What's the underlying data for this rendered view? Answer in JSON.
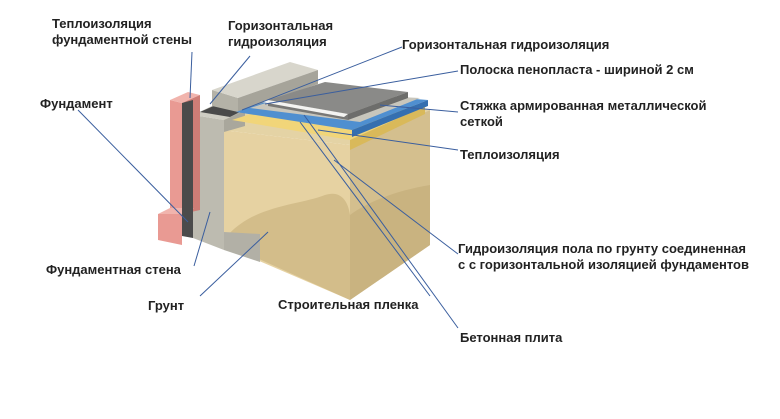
{
  "labels": {
    "wall_insulation": [
      "Теплоизоляция",
      "фундаментной стены"
    ],
    "horizontal_waterproofing_a": [
      "Горизонтальная",
      "гидроизоляция"
    ],
    "horizontal_waterproofing_b": "Горизонтальная гидроизоляция",
    "foam_strip": "Полоска пенопласта - шириной 2 см",
    "screed": [
      "Стяжка армированная металлической",
      "сеткой"
    ],
    "insulation": "Теплоизоляция",
    "foundation": "Фундамент",
    "floor_waterproofing": [
      "Гидроизоляция пола по грунту соединенная",
      "с с горизонтальной изоляцией фундаментов"
    ],
    "foundation_wall": "Фундаментная стена",
    "soil": "Грунт",
    "building_film": "Строительная пленка",
    "concrete_slab": "Бетонная плита"
  },
  "colors": {
    "leader_line": "#3a5e9e",
    "insulation_board": "#e99a93",
    "concrete": "#b9b7ab",
    "soil": "#e1cc9c",
    "waterproofing": "#4f8fd0",
    "screed": "#8a8a88"
  }
}
